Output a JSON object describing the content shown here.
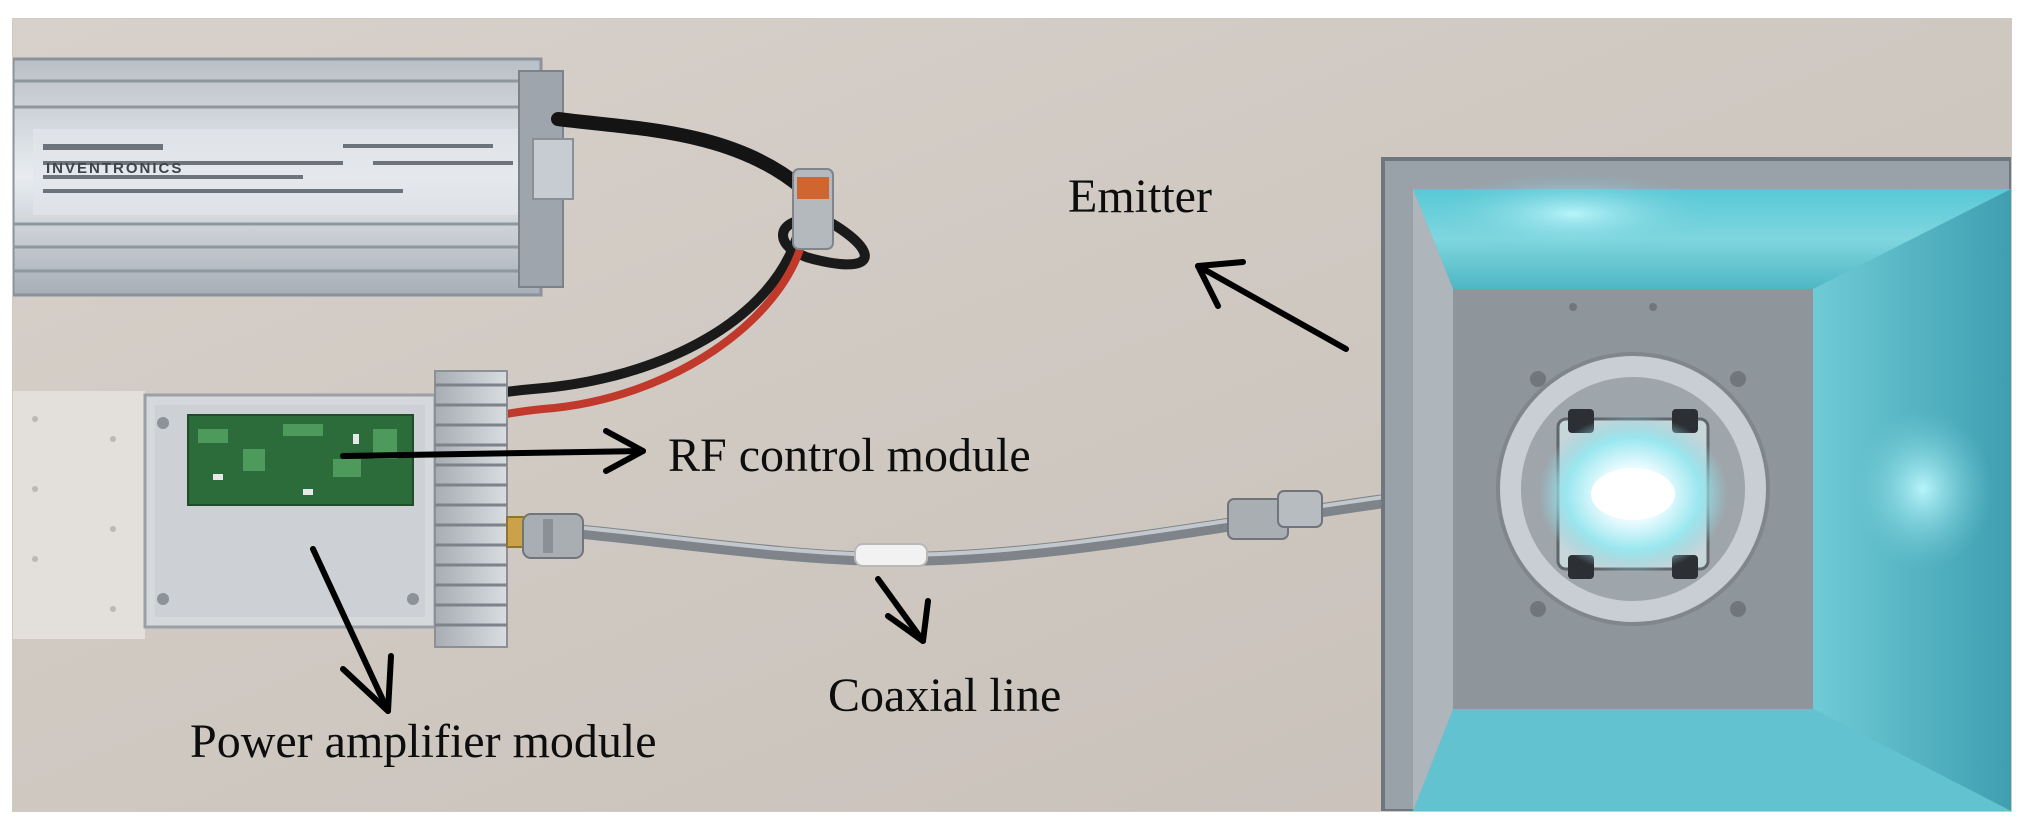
{
  "figure": {
    "labels": {
      "emitter": "Emitter",
      "rf_control_module": "RF control module",
      "coaxial_line": "Coaxial line",
      "power_amplifier_module": "Power amplifier module"
    },
    "power_supply_brand": "INVENTRONICS"
  }
}
